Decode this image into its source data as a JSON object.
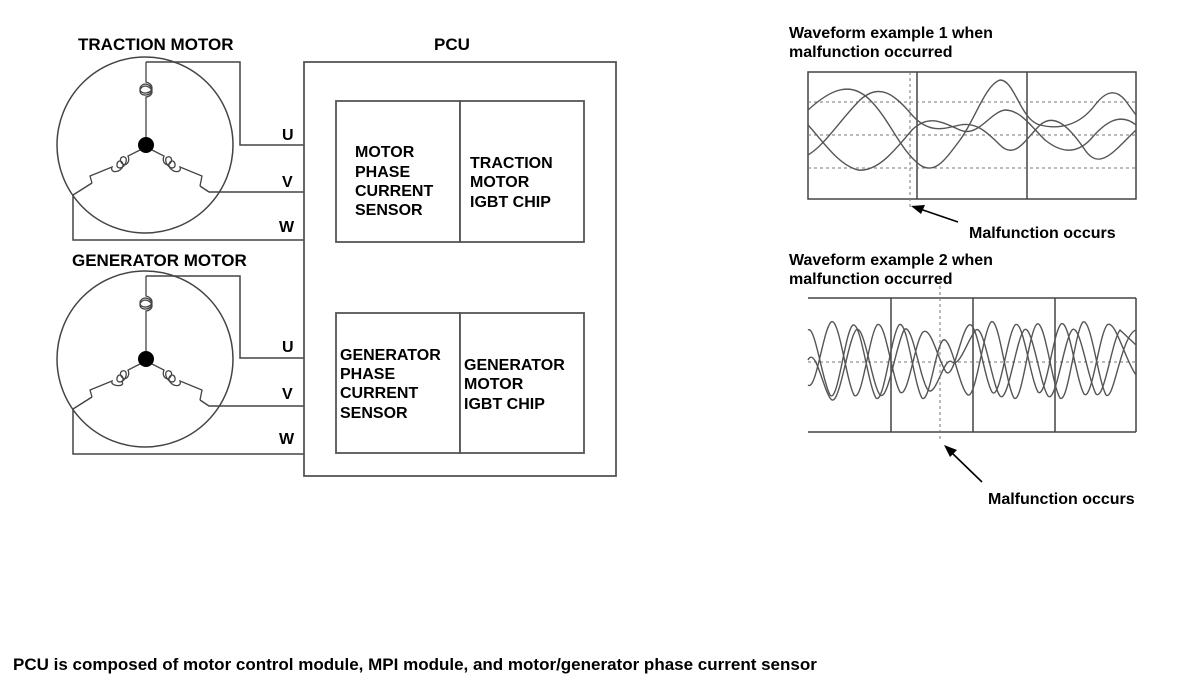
{
  "motors": {
    "traction_title": "TRACTION MOTOR",
    "generator_title": "GENERATOR MOTOR",
    "phase_u": "U",
    "phase_v": "V",
    "phase_w": "W"
  },
  "pcu": {
    "title": "PCU",
    "motor_sensor_lines": [
      "MOTOR",
      "PHASE",
      "CURRENT",
      "SENSOR"
    ],
    "traction_igbt_lines": [
      "TRACTION",
      "MOTOR",
      "IGBT CHIP"
    ],
    "generator_sensor_lines": [
      "GENERATOR",
      "PHASE",
      "CURRENT",
      "SENSOR"
    ],
    "generator_igbt_lines": [
      "GENERATOR",
      "MOTOR",
      "IGBT CHIP"
    ]
  },
  "waveforms": {
    "example1_lines": [
      "Waveform example 1 when",
      "malfunction occurred"
    ],
    "example2_lines": [
      "Waveform example 2 when",
      "malfunction occurred"
    ],
    "malfunction_label": "Malfunction occurs"
  },
  "footer": {
    "caption": "PCU is composed of motor control module, MPI module, and motor/generator phase current sensor"
  }
}
